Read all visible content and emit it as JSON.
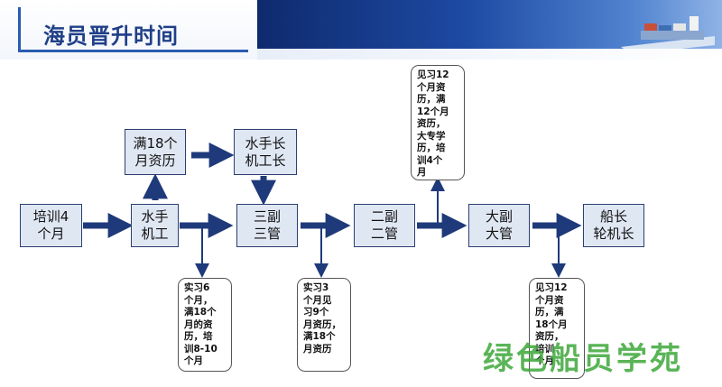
{
  "title": "海员晋升时间",
  "boxes": {
    "training": "培训4\n个月",
    "sailor": "水手\n机工",
    "months18": "满18个\n月资历",
    "bosun": "水手长\n机工长",
    "third": "三副\n三管",
    "second": "二副\n二管",
    "chief": "大副\n大管",
    "captain": "船长\n轮机长"
  },
  "notes": {
    "to_third": "实习6\n个月，\n满18个\n月的资\n历，培\n训8-10\n个月",
    "to_second": "实习3\n个月见\n习9个\n月资历，\n满18个\n月资历",
    "to_chief": "见习12\n个月资\n历，满\n12个月\n资历，\n大专学\n历，培\n训4个\n月",
    "to_captain": "见习12\n个月资\n历，满\n18个月\n资历，\n培训\n个月"
  },
  "watermark": "绿色船员学苑",
  "colors": {
    "box_fill": "#dfe7f3",
    "box_border": "#2c3e73",
    "arrow": "#1f3a7a",
    "title": "#1f3f88",
    "watermark": "#3ea83a"
  }
}
